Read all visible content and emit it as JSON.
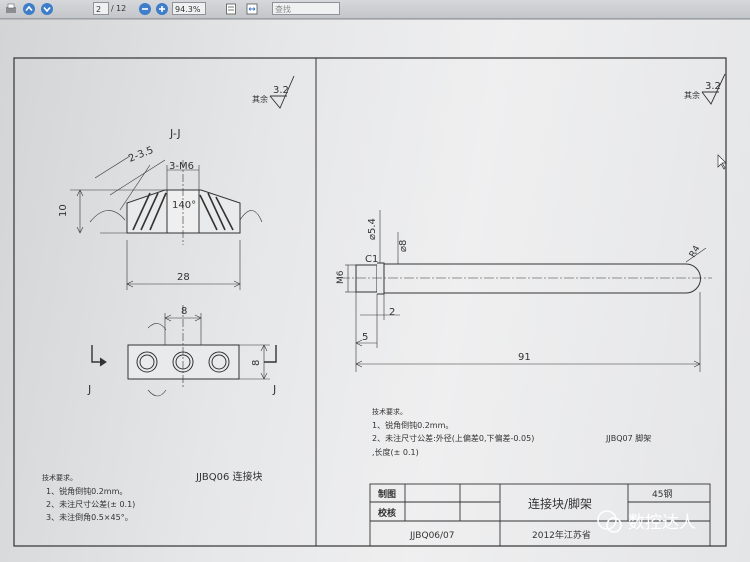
{
  "toolbar": {
    "page_current": "2",
    "page_total": "12",
    "zoom": "94.3%",
    "search_placeholder": "查找"
  },
  "left_drawing": {
    "roughness_note": "其余",
    "roughness_value": "3.2",
    "section_label": "J-J",
    "dims": {
      "chamfer": "2-3.5",
      "thread": "3-M6",
      "height": "10",
      "angle": "140°",
      "width": "28",
      "pitch": "8",
      "thickness": "8"
    },
    "view_marker_left": "J",
    "view_marker_right": "J",
    "part_name": "JJBQ06 连接块",
    "tech_title": "技术要求。",
    "tech_items": [
      "1、锐角倒钝0.2mm。",
      "2、未注尺寸公差(± 0.1)",
      "3、未注倒角0.5×45°。"
    ]
  },
  "right_drawing": {
    "roughness_note": "其余",
    "roughness_value": "3.2",
    "dims": {
      "groove_dia": "⌀5.4",
      "chamfer": "C1",
      "shaft_dia": "⌀8",
      "thread": "M6",
      "radius": "R4",
      "groove_width": "2",
      "thread_length": "5",
      "total_length": "91"
    },
    "part_name": "JJBQ07 脚架",
    "tech_title": "技术要求。",
    "tech_items": [
      "1、锐角倒钝0.2mm。",
      "2、未注尺寸公差:外径(上偏差0,下偏差-0.05)",
      ",长度(± 0.1)"
    ]
  },
  "title_block": {
    "drawn": "制图",
    "checked": "校核",
    "title": "连接块/脚架",
    "material": "45钢",
    "drawing_no": "JJBQ06/07",
    "footer": "2012年江苏省"
  },
  "watermark": {
    "text": "数控达人"
  }
}
